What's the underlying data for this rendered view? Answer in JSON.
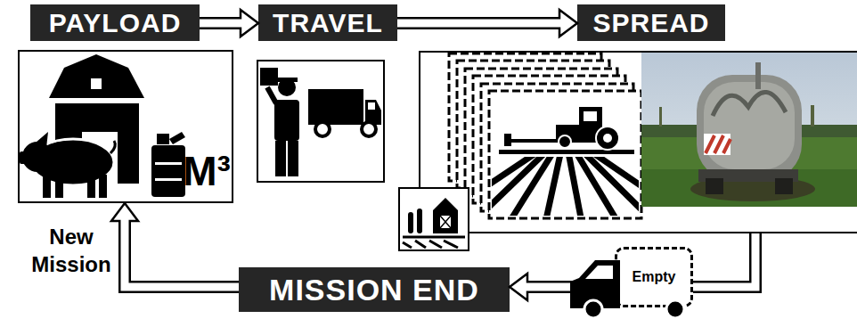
{
  "diagram": {
    "nodes": [
      {
        "text": [
          "PAYLOAD"
        ]
      },
      {
        "text": [
          "TRAVEL"
        ]
      },
      {
        "text": [
          "SPREAD"
        ]
      },
      {
        "text": [
          "Empty"
        ]
      },
      {
        "text": [
          "MISSION END"
        ]
      }
    ],
    "edges": [
      {
        "from": 0,
        "to": 1,
        "arrow": "to"
      },
      {
        "from": 1,
        "to": 2,
        "arrow": "to"
      },
      {
        "from": 2,
        "to": 3,
        "arrow": "none"
      },
      {
        "from": 3,
        "to": 4,
        "arrow": "to"
      },
      {
        "from": 4,
        "to": 0,
        "arrow": "to"
      }
    ],
    "labels": [
      "New Mission",
      "M³"
    ]
  }
}
